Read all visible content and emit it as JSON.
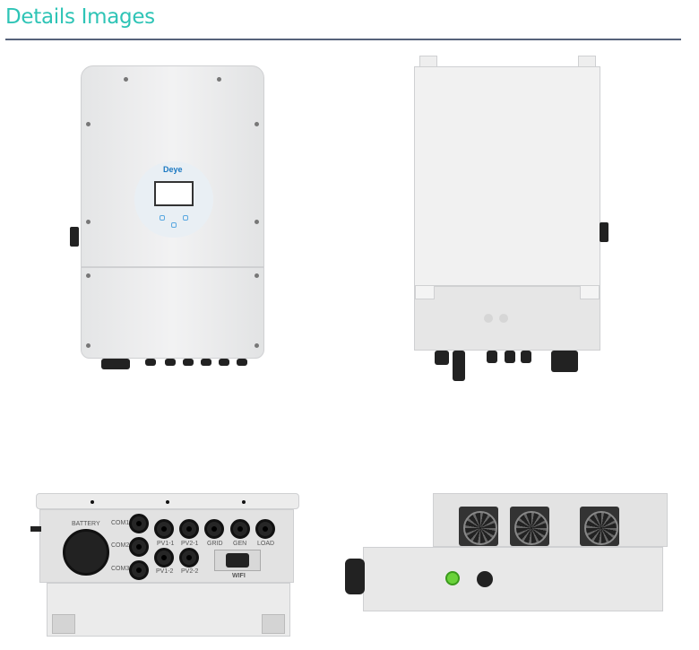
{
  "section": {
    "title": "Details Images"
  },
  "images": {
    "front": {
      "brand": "Deye"
    },
    "bottom": {
      "battery": "BATTERY",
      "com1": "COM1",
      "com2": "COM2",
      "com3": "COM3",
      "pv1_1": "PV1-1",
      "pv2_1": "PV2-1",
      "grid": "GRID",
      "gen": "GEN",
      "load": "LOAD",
      "pv1_2": "PV1-2",
      "pv2_2": "PV2-2",
      "wifi": "WIFI"
    }
  },
  "colors": {
    "title": "#2ec4b6",
    "rule": "#56627a"
  }
}
